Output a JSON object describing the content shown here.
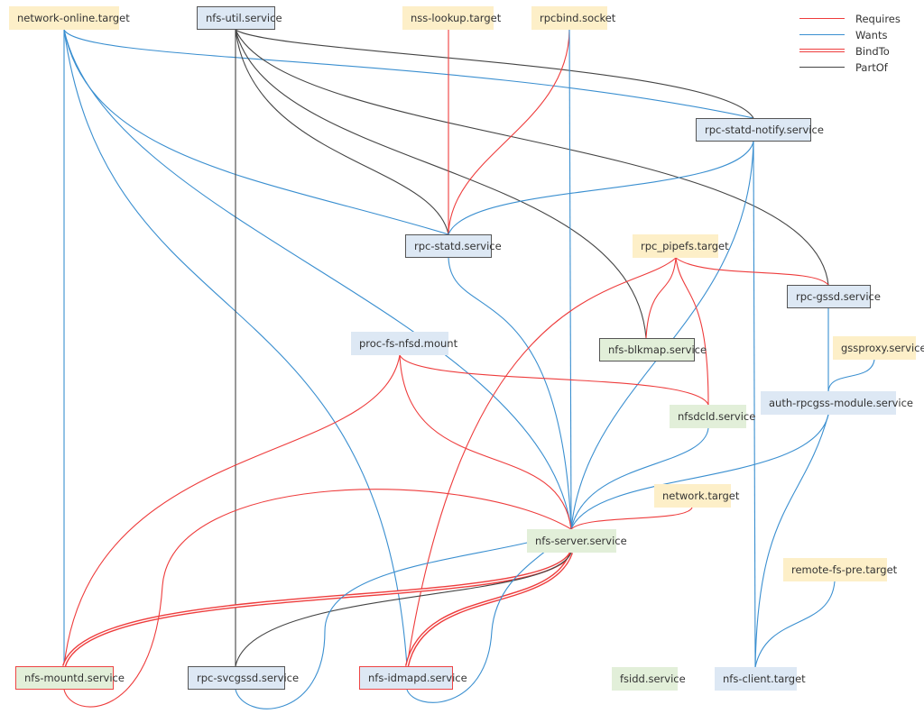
{
  "colors": {
    "requires": "#ee3c3c",
    "wants": "#3a8fd0",
    "bindto": "#ee3c3c",
    "partof": "#444444"
  },
  "legend": [
    {
      "key": "requires",
      "label": "Requires"
    },
    {
      "key": "wants",
      "label": "Wants"
    },
    {
      "key": "bindto",
      "label": "BindTo"
    },
    {
      "key": "partof",
      "label": "PartOf"
    }
  ],
  "nodes": {
    "network_online": "network-online.target",
    "nfs_util": "nfs-util.service",
    "nss_lookup": "nss-lookup.target",
    "rpcbind_socket": "rpcbind.socket",
    "rpc_statd_notify": "rpc-statd-notify.service",
    "rpc_statd": "rpc-statd.service",
    "rpc_pipefs": "rpc_pipefs.target",
    "rpc_gssd": "rpc-gssd.service",
    "nfs_blkmap": "nfs-blkmap.service",
    "proc_fs_nfsd": "proc-fs-nfsd.mount",
    "gssproxy": "gssproxy.service",
    "nfsdcld": "nfsdcld.service",
    "auth_rpcgss": "auth-rpcgss-module.service",
    "network_target": "network.target",
    "nfs_server": "nfs-server.service",
    "remote_fs_pre": "remote-fs-pre.target",
    "nfs_mountd": "nfs-mountd.service",
    "rpc_svcgssd": "rpc-svcgssd.service",
    "nfs_idmapd": "nfs-idmapd.service",
    "fsidd": "fsidd.service",
    "nfs_client": "nfs-client.target"
  },
  "edges": [
    {
      "from": "network_online",
      "to": "rpc_statd_notify",
      "type": "wants"
    },
    {
      "from": "network_online",
      "to": "rpc_statd",
      "type": "wants"
    },
    {
      "from": "network_online",
      "to": "nfs_server",
      "type": "wants"
    },
    {
      "from": "network_online",
      "to": "nfs_idmapd",
      "type": "wants"
    },
    {
      "from": "network_online",
      "to": "nfs_mountd",
      "type": "wants"
    },
    {
      "from": "nfs_util",
      "to": "rpc_statd_notify",
      "type": "partof"
    },
    {
      "from": "nfs_util",
      "to": "rpc_statd",
      "type": "partof"
    },
    {
      "from": "nfs_util",
      "to": "nfs_blkmap",
      "type": "partof"
    },
    {
      "from": "nfs_util",
      "to": "rpc_gssd",
      "type": "partof"
    },
    {
      "from": "nfs_util",
      "to": "rpc_svcgssd",
      "type": "partof"
    },
    {
      "from": "nss_lookup",
      "to": "rpc_statd",
      "type": "requires"
    },
    {
      "from": "rpcbind_socket",
      "to": "rpc_statd",
      "type": "requires"
    },
    {
      "from": "rpcbind_socket",
      "to": "nfs_server",
      "type": "wants"
    },
    {
      "from": "rpc_statd_notify",
      "to": "rpc_statd",
      "type": "wants"
    },
    {
      "from": "rpc_statd_notify",
      "to": "nfs_server",
      "type": "wants"
    },
    {
      "from": "rpc_statd_notify",
      "to": "nfs_client",
      "type": "wants"
    },
    {
      "from": "rpc_statd",
      "to": "nfs_server",
      "type": "wants"
    },
    {
      "from": "rpc_pipefs",
      "to": "nfs_idmapd",
      "type": "requires"
    },
    {
      "from": "rpc_pipefs",
      "to": "nfs_blkmap",
      "type": "requires"
    },
    {
      "from": "rpc_pipefs",
      "to": "nfsdcld",
      "type": "requires"
    },
    {
      "from": "rpc_pipefs",
      "to": "rpc_gssd",
      "type": "requires"
    },
    {
      "from": "rpc_gssd",
      "to": "auth_rpcgss",
      "type": "wants"
    },
    {
      "from": "gssproxy",
      "to": "auth_rpcgss",
      "type": "wants"
    },
    {
      "from": "proc_fs_nfsd",
      "to": "nfs_mountd",
      "type": "requires"
    },
    {
      "from": "proc_fs_nfsd",
      "to": "nfs_server",
      "type": "requires"
    },
    {
      "from": "proc_fs_nfsd",
      "to": "nfsdcld",
      "type": "requires"
    },
    {
      "from": "nfsdcld",
      "to": "nfs_server",
      "type": "wants"
    },
    {
      "from": "auth_rpcgss",
      "to": "nfs_server",
      "type": "wants"
    },
    {
      "from": "auth_rpcgss",
      "to": "nfs_client",
      "type": "wants"
    },
    {
      "from": "network_target",
      "to": "nfs_server",
      "type": "requires"
    },
    {
      "from": "remote_fs_pre",
      "to": "nfs_client",
      "type": "wants"
    },
    {
      "from": "nfs_server",
      "to": "nfs_mountd",
      "type": "bindto"
    },
    {
      "from": "nfs_server",
      "to": "nfs_idmapd",
      "type": "bindto"
    },
    {
      "from": "nfs_server",
      "to": "rpc_svcgssd",
      "type": "partof"
    },
    {
      "from": "nfs_server",
      "to": "nfs_mountd",
      "type": "requires_loop"
    },
    {
      "from": "nfs_server",
      "to": "rpc_svcgssd",
      "type": "wants_loop"
    },
    {
      "from": "nfs_server",
      "to": "nfs_idmapd",
      "type": "wants_loop"
    }
  ]
}
